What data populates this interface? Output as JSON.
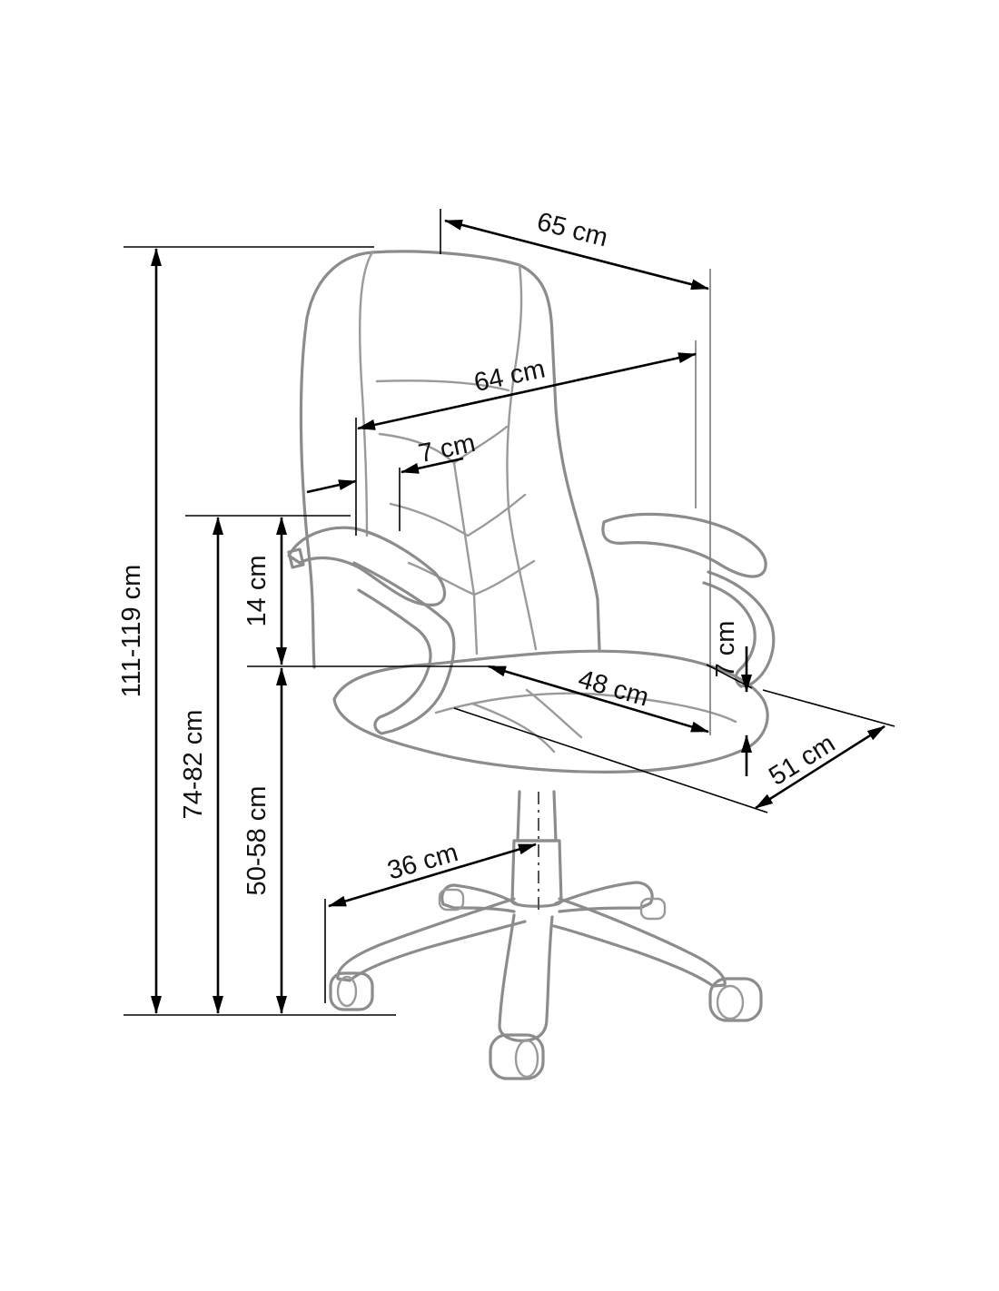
{
  "diagram": {
    "accent_color": "#000000",
    "outline_color": "#8c8c8c",
    "dimensions": {
      "seat_width": "65 cm",
      "backrest_width": "64 cm",
      "armrest_width": "7 cm",
      "armrest_height": "14 cm",
      "seat_depth": "48 cm",
      "seat_thickness": "7 cm",
      "chair_depth": "51 cm",
      "base_radius": "36 cm",
      "total_height": "111-119 cm",
      "armrest_floor_height": "74-82 cm",
      "seat_height": "50-58 cm"
    }
  }
}
